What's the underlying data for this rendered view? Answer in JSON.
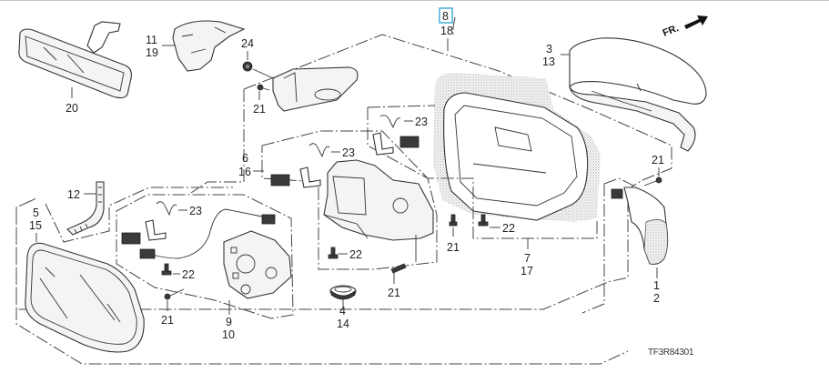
{
  "diagram": {
    "type": "exploded-parts-diagram",
    "subject": "Door mirror assembly and rear view mirror",
    "direction_indicator": "FR.",
    "drawing_code": "TF3R84301",
    "highlighted_callout": "8",
    "highlight_color": "#4fb3d9",
    "callouts": [
      {
        "id": "c-20",
        "labels": [
          "20"
        ],
        "part": "rear-view-mirror"
      },
      {
        "id": "c-11-19",
        "labels": [
          "11",
          "19"
        ],
        "part": "mirror-cover-bracket"
      },
      {
        "id": "c-24",
        "labels": [
          "24"
        ],
        "part": "nut"
      },
      {
        "id": "c-21-a",
        "labels": [
          "21"
        ],
        "part": "screw"
      },
      {
        "id": "c-8-18",
        "labels": [
          "8",
          "18"
        ],
        "part": "door-mirror-assembly"
      },
      {
        "id": "c-3-13",
        "labels": [
          "3",
          "13"
        ],
        "part": "skull-cap"
      },
      {
        "id": "c-23-a",
        "labels": [
          "23"
        ],
        "part": "clip"
      },
      {
        "id": "c-6-16",
        "labels": [
          "6",
          "16"
        ],
        "part": "retractor-unit"
      },
      {
        "id": "c-23-b",
        "labels": [
          "23"
        ],
        "part": "clip"
      },
      {
        "id": "c-21-b",
        "labels": [
          "21"
        ],
        "part": "screw"
      },
      {
        "id": "c-12",
        "labels": [
          "12"
        ],
        "part": "grommet"
      },
      {
        "id": "c-23-c",
        "labels": [
          "23"
        ],
        "part": "clip"
      },
      {
        "id": "c-5-15",
        "labels": [
          "5",
          "15"
        ],
        "part": "mirror-glass"
      },
      {
        "id": "c-22-a",
        "labels": [
          "22"
        ],
        "part": "bolt"
      },
      {
        "id": "c-22-b",
        "labels": [
          "22"
        ],
        "part": "bolt"
      },
      {
        "id": "c-22-c",
        "labels": [
          "22"
        ],
        "part": "bolt"
      },
      {
        "id": "c-21-c",
        "labels": [
          "21"
        ],
        "part": "screw"
      },
      {
        "id": "c-21-d",
        "labels": [
          "21"
        ],
        "part": "screw"
      },
      {
        "id": "c-21-e",
        "labels": [
          "21"
        ],
        "part": "screw"
      },
      {
        "id": "c-9-10",
        "labels": [
          "9",
          "10"
        ],
        "part": "actuator"
      },
      {
        "id": "c-4-14",
        "labels": [
          "4",
          "14"
        ],
        "part": "seal"
      },
      {
        "id": "c-7-17",
        "labels": [
          "7",
          "17"
        ],
        "part": "mirror-housing"
      },
      {
        "id": "c-1-2",
        "labels": [
          "1",
          "2"
        ],
        "part": "side-turn-signal-light"
      }
    ]
  }
}
